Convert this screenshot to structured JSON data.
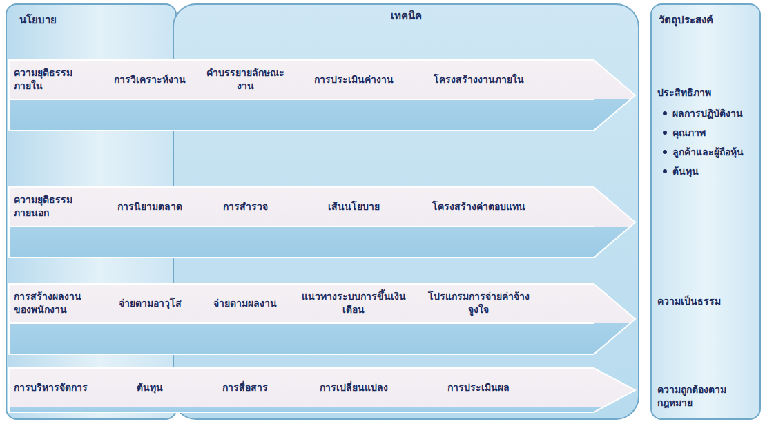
{
  "diagram": {
    "nodes": [
      {
        "text": [
          "นโยบาย"
        ]
      },
      {
        "text": [
          "เทคนิค"
        ]
      },
      {
        "text": [
          "ความยุติธรรมภายใน",
          "การวิเคราะห์งาน",
          "คำบรรยายลักษณะงาน",
          "การประเมินค่างาน",
          "โครงสร้างงานภายใน"
        ]
      },
      {
        "text": [
          "ความยุติธรรมภายนอก",
          "การนิยามตลาด",
          "การสำรวจ",
          "เส้นนโยบาย",
          "โครงสร้างค่าตอบแทน"
        ]
      },
      {
        "text": [
          "การสร้างผลงานของพนักงาน",
          "จ่ายตามอาวุโส",
          "จ่ายตามผลงาน",
          "แนวทางระบบการขึ้นเงินเดือน",
          "โปรแกรมการจ่ายค่าจ้างจูงใจ"
        ]
      },
      {
        "text": [
          "การบริหารจัดการ",
          "ต้นทุน",
          "การสื่อสาร",
          "การเปลี่ยนแปลง",
          "การประเมินผล"
        ]
      },
      {
        "text": [
          "วัตถุประสงค์",
          "ประสิทธิภาพ",
          "ผลการปฏิบัติงาน",
          "คุณภาพ",
          "ลูกค้าและผู้ถือหุ้น",
          "ต้นทุน",
          "ความเป็นธรรม",
          "ความถูกต้องตามกฎหมาย"
        ]
      }
    ]
  }
}
